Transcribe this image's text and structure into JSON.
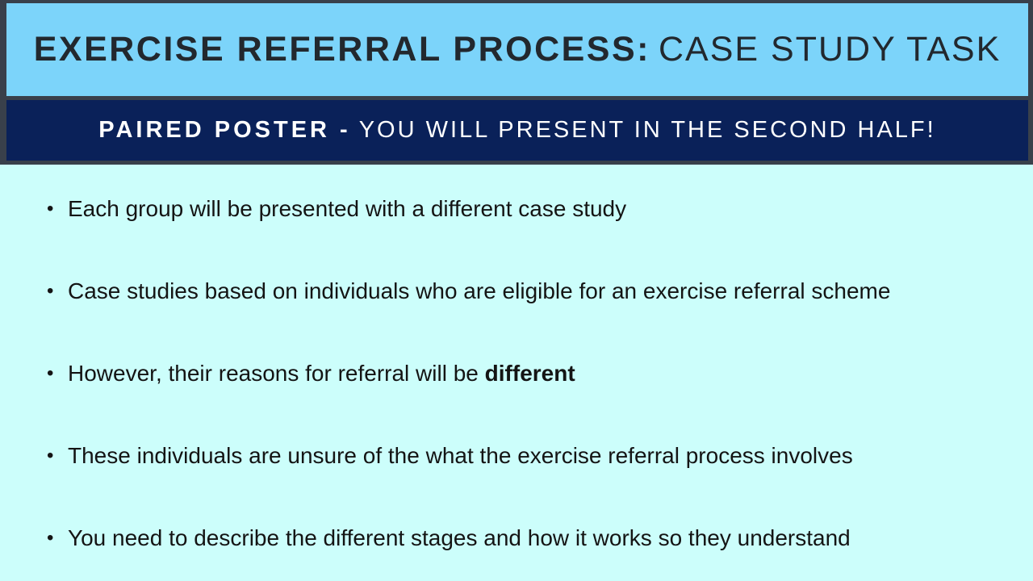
{
  "slide_title": {
    "bold": "EXERCISE REFERRAL PROCESS:",
    "regular": "CASE STUDY TASK"
  },
  "banner": {
    "bold": "PAIRED POSTER -",
    "regular": "YOU WILL PRESENT IN THE SECOND HALF!"
  },
  "bullet_char": "•",
  "bullets": [
    {
      "pre": "Each group will be presented with a different case study",
      "bold": "",
      "post": ""
    },
    {
      "pre": "Case studies based on individuals who are eligible for an exercise referral scheme",
      "bold": "",
      "post": ""
    },
    {
      "pre": "However, their reasons for referral will be ",
      "bold": "different",
      "post": ""
    },
    {
      "pre": "These individuals are unsure of the what the exercise referral process involves",
      "bold": "",
      "post": ""
    },
    {
      "pre": "You need to describe the different stages and how it works so they understand",
      "bold": "",
      "post": ""
    }
  ],
  "colors": {
    "title_band_bg": "#7cd4fa",
    "banner_bg": "#0a2159",
    "frame_border": "#39404b",
    "body_bg": "#ccfefb",
    "title_text": "#22282e",
    "banner_text": "#ffffff",
    "bullet_text": "#141414"
  }
}
